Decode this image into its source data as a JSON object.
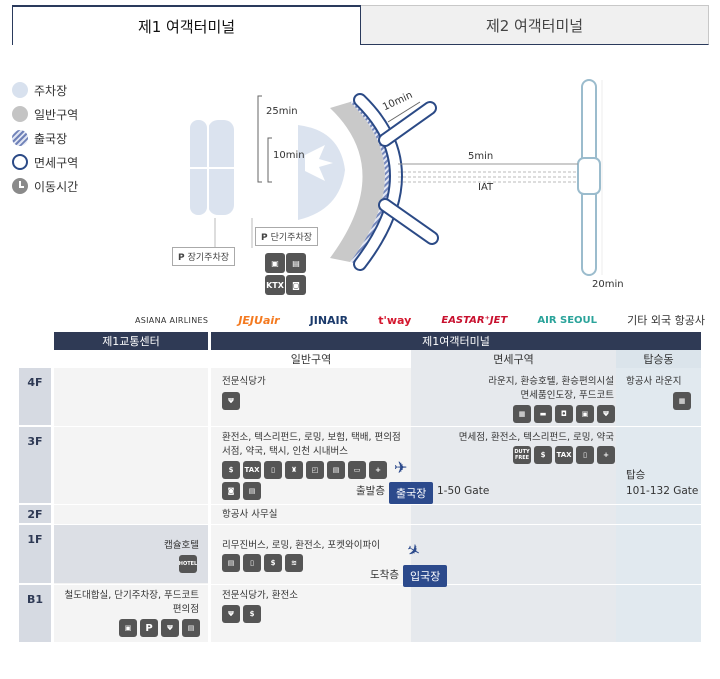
{
  "tabs": [
    {
      "label": "제1 여객터미널",
      "active": true
    },
    {
      "label": "제2 여객터미널",
      "active": false
    }
  ],
  "legend": [
    {
      "label": "주차장",
      "icon": "parking-area-swatch"
    },
    {
      "label": "일반구역",
      "icon": "general-area-swatch"
    },
    {
      "label": "출국장",
      "icon": "departure-hatch-swatch"
    },
    {
      "label": "면세구역",
      "icon": "duty-free-ring-swatch"
    },
    {
      "label": "이동시간",
      "icon": "clock-icon"
    }
  ],
  "map": {
    "times": {
      "t25": "25min",
      "t10a": "10min",
      "t10b": "10min",
      "t5": "5min",
      "t20": "20min"
    },
    "iat": "IAT",
    "long_parking": "장기주차장",
    "short_parking": "단기주차장",
    "p_label": "P",
    "ktx": "KTX"
  },
  "airlines": {
    "asiana": "ASIANA AIRLINES",
    "jeju": "JEJUair",
    "jin": "JINAIR",
    "tway": "t'way",
    "eastar": "EASTAR⁺JET",
    "airseoul": "AIR SEOUL",
    "other": "기타 외국 항공사"
  },
  "table": {
    "headers": {
      "transport": "제1교통센터",
      "terminal": "제1여객터미널"
    },
    "subheaders": {
      "general": "일반구역",
      "dutyfree": "면세구역",
      "boarding": "탑승동"
    },
    "floors": {
      "f4": "4F",
      "f3": "3F",
      "f2": "2F",
      "f1": "1F",
      "b1": "B1"
    },
    "f4": {
      "general": "전문식당가",
      "dutyfree_1": "라운지, 환승호텔, 환승편의시설",
      "dutyfree_2": "면세품인도장, 푸드코트",
      "boarding": "항공사 라운지"
    },
    "f3": {
      "general_1": "환전소, 텍스리펀드, 로밍, 보험, 택배, 편의점",
      "general_2": "서점, 약국, 택시, 인천 시내버스",
      "dutyfree": "면세점, 환전소, 텍스리펀드, 로밍, 약국",
      "departure_label": "출발층",
      "departure_badge": "출국장",
      "departure_gate": "1-50 Gate",
      "boarding_1": "탑승",
      "boarding_2": "101-132 Gate"
    },
    "f2": {
      "general": "항공사 사무실"
    },
    "f1": {
      "transport": "캡슐호텔",
      "general": "리무진버스, 로밍, 환전소, 포켓와이파이",
      "arrival_label": "도착층",
      "arrival_badge": "입국장"
    },
    "b1": {
      "transport_1": "철도대합실, 단기주차장, 푸드코트",
      "transport_2": "편의점",
      "general": "전문식당가, 환전소"
    },
    "icon_text": {
      "tax": "TAX",
      "duty": "DUTY FREE",
      "hotel": "HOTEL"
    }
  },
  "colors": {
    "navy": "#2f3a55",
    "badge": "#2c4a8c",
    "parking": "#d8e1ee",
    "general": "#c4c4c4",
    "dutyfree_bg": "#e8ebef",
    "boarding_bg": "#e3ebf1"
  }
}
